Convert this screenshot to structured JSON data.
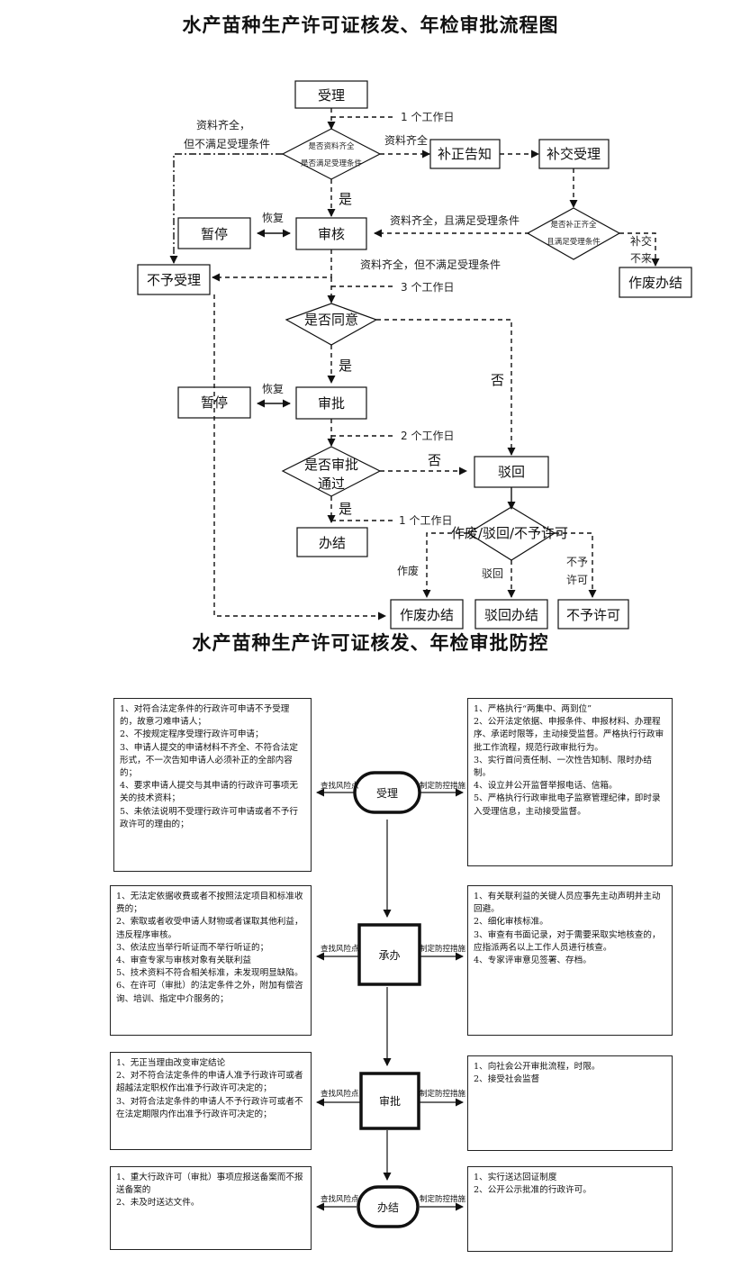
{
  "titles": {
    "flow": "水产苗种生产许可证核发、年检审批流程图",
    "risk": "水产苗种生产许可证核发、年检审批防控"
  },
  "flow": {
    "accept": "受理",
    "d1_line1": "是否资料齐全",
    "d1_line2": "是否满足受理条件",
    "notice": "补正告知",
    "resubmit": "补交受理",
    "review": "审核",
    "suspend1": "暂停",
    "restore1": "恢复",
    "reject_accept": "不予受理",
    "d2_line1": "是否补正齐全",
    "d2_line2": "且满足受理条件",
    "void1": "作废办结",
    "no_resubmit_1": "补交",
    "no_resubmit_2": "不来",
    "d3": "是否同意",
    "approve": "审批",
    "suspend2": "暂停",
    "restore2": "恢复",
    "d4_line1": "是否审批",
    "d4_line2": "通过",
    "reject": "驳回",
    "finish": "办结",
    "d5": "作废/驳回/不予许可",
    "void2": "作废办结",
    "reject_done": "驳回办结",
    "not_permit": "不予许可",
    "lbl_1day_a": "1 个工作日",
    "lbl_docs_ok": "资料齐全",
    "lbl_complete_not_ok_1": "资料齐全，",
    "lbl_complete_not_ok_2": "但不满足受理条件",
    "lbl_yes": "是",
    "lbl_complete_ok": "资料齐全，且满足受理条件",
    "lbl_complete_not_ok_b": "资料齐全，但不满足受理条件",
    "lbl_3day": "3 个工作日",
    "lbl_no": "否",
    "lbl_2day": "2 个工作日",
    "lbl_1day_b": "1 个工作日",
    "lbl_void": "作废",
    "lbl_reject": "驳回",
    "lbl_not_1": "不予",
    "lbl_not_2": "许可"
  },
  "risk": {
    "find_risk": "查找风险点",
    "make_measure": "制定防控措施",
    "rows": [
      {
        "node": "受理",
        "risks": [
          "1、对符合法定条件的行政许可申请不予受理的，故意刁难申请人；",
          "2、不按规定程序受理行政许可申请；",
          "3、申请人提交的申请材料不齐全、不符合法定形式，不一次告知申请人必须补正的全部内容的；",
          "4、要求申请人提交与其申请的行政许可事项无关的技术资料；",
          "5、未依法说明不受理行政许可申请或者不予行政许可的理由的；"
        ],
        "measures": [
          "1、严格执行“两集中、两到位”",
          "2、公开法定依据、申报条件、申报材料、办理程序、承诺时限等，主动接受监督。严格执行行政审批工作流程，规范行政审批行为。",
          "3、实行首问责任制、一次性告知制、限时办结制。",
          "4、设立并公开监督举报电话、信箱。",
          "5、严格执行行政审批电子监察管理纪律，即时录入受理信息，主动接受监督。"
        ]
      },
      {
        "node": "承办",
        "risks": [
          "1、无法定依据收费或者不按照法定项目和标准收费的；",
          "2、索取或者收受申请人财物或者谋取其他利益，违反程序审核。",
          "3、依法应当举行听证而不举行听证的；",
          "4、审查专家与审核对象有关联利益",
          "5、技术资料不符合相关标准，未发现明显缺陷。",
          "6、在许可（审批）的法定条件之外，附加有偿咨询、培训、指定中介服务的；"
        ],
        "measures": [
          "1、有关联利益的关键人员应事先主动声明并主动回避。",
          "2、细化审核标准。",
          "3、审查有书面记录，对于需要采取实地核查的，应指派两名以上工作人员进行核查。",
          "4、专家评审意见签署、存档。"
        ]
      },
      {
        "node": "审批",
        "risks": [
          "1、无正当理由改变审定结论",
          "2、对不符合法定条件的申请人准予行政许可或者超越法定职权作出准予行政许可决定的；",
          "3、对符合法定条件的申请人不予行政许可或者不在法定期限内作出准予行政许可决定的；"
        ],
        "measures": [
          "1、向社会公开审批流程，时限。",
          "2、接受社会监督"
        ]
      },
      {
        "node": "办结",
        "risks": [
          "1、重大行政许可（审批）事项应报送备案而不报送备案的",
          "2、未及时送达文件。"
        ],
        "measures": [
          "1、实行送达回证制度",
          "2、公开公示批准的行政许可。"
        ]
      }
    ]
  }
}
